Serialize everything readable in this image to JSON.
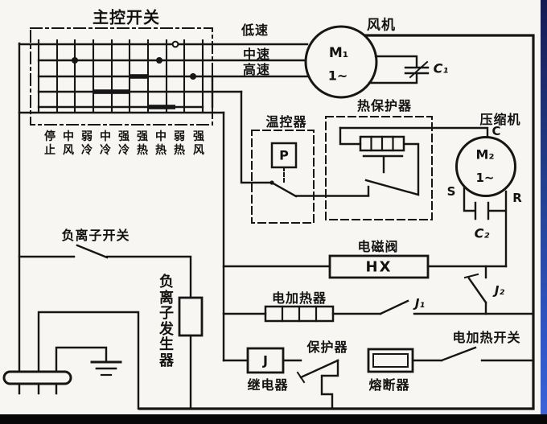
{
  "main_switch": {
    "title": "主控开关",
    "positions": [
      "停止",
      "中风",
      "弱冷",
      "中冷",
      "强冷",
      "强热",
      "中热",
      "弱热",
      "强风"
    ]
  },
  "speeds": [
    "低速",
    "中速",
    "高速"
  ],
  "fan": {
    "label": "风机",
    "motor": "M₁",
    "phase": "1~",
    "cap": "C₁"
  },
  "thermostat": {
    "label": "温控器",
    "probe": "P"
  },
  "thermal_protector": {
    "label": "热保护器"
  },
  "compressor": {
    "label": "压缩机",
    "motor": "M₂",
    "phase": "1~",
    "c": "C",
    "s": "S",
    "r": "R",
    "cap": "C₂"
  },
  "valve": {
    "label": "电磁阀",
    "code": "HX"
  },
  "relays": {
    "j1": "J₁",
    "j2": "J₂",
    "coil": "J",
    "relay_label": "继电器"
  },
  "heater": {
    "label": "电加热器",
    "switch_label": "电加热开关"
  },
  "protector": {
    "label": "保护器"
  },
  "fuse": {
    "label": "熔断器"
  },
  "ion": {
    "switch_label": "负离子开关",
    "generator_label": "负离子发生器"
  }
}
